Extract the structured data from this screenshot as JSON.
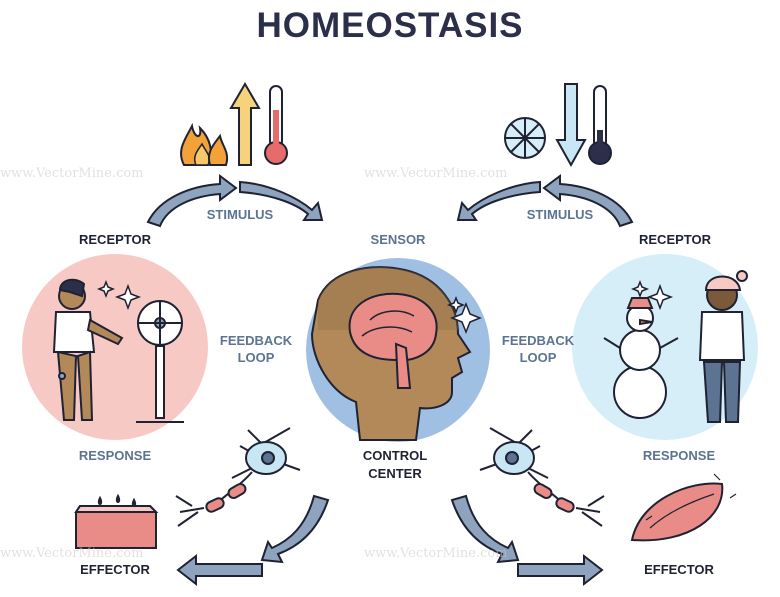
{
  "title": "HOMEOSTASIS",
  "labels": {
    "stimulus_left": "STIMULUS",
    "stimulus_right": "STIMULUS",
    "receptor_left": "RECEPTOR",
    "receptor_right": "RECEPTOR",
    "sensor": "SENSOR",
    "feedback_left_1": "FEEDBACK",
    "feedback_left_2": "LOOP",
    "feedback_right_1": "FEEDBACK",
    "feedback_right_2": "LOOP",
    "response_left": "RESPONSE",
    "response_right": "RESPONSE",
    "control_1": "CONTROL",
    "control_2": "CENTER",
    "effector_left": "EFFECTOR",
    "effector_right": "EFFECTOR"
  },
  "watermark": "www.VectorMine.com",
  "colors": {
    "title": "#2b2f4a",
    "label_dark": "#1f2233",
    "label_blue": "#5c7391",
    "arrow_fill": "#8ea3bd",
    "hot_circle": "#f7c9c4",
    "cold_circle": "#d6eef8",
    "brain_circle": "#9fc0e2",
    "flame": "#f3a23a",
    "up_arrow": "#f6d27a",
    "down_arrow": "#c8e6f4"
  }
}
